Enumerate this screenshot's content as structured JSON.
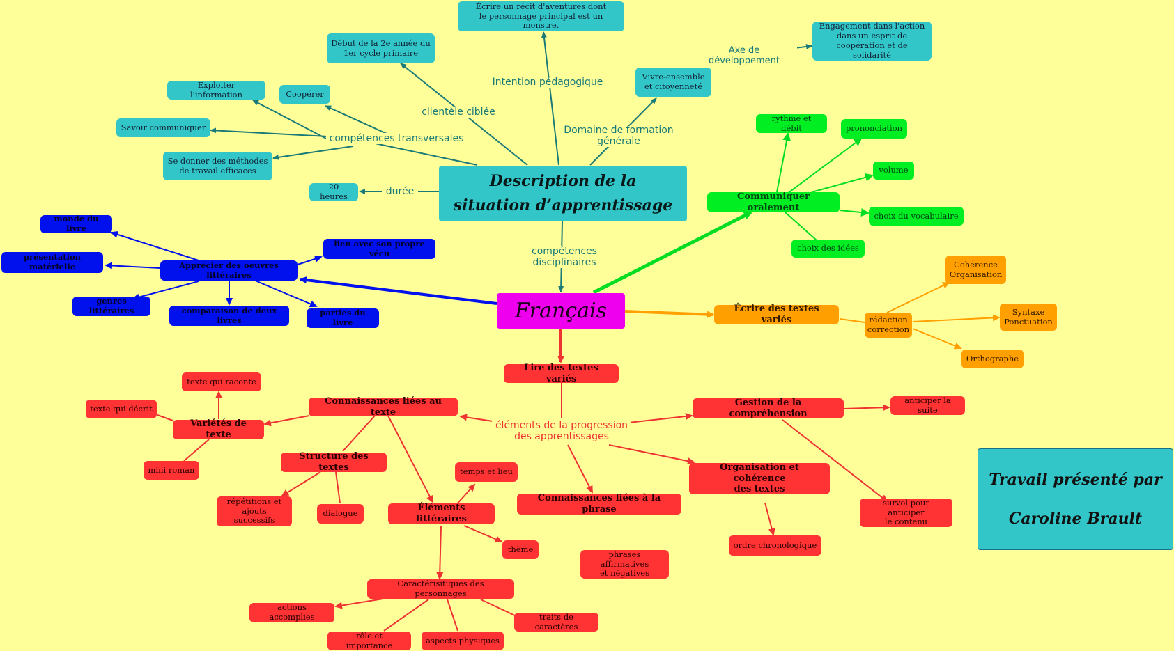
{
  "map": {
    "center": "Français",
    "description": "Description de la\nsituation d’apprentissage",
    "credit": {
      "line1": "Travail présenté par",
      "line2": "Caroline Brault"
    },
    "description_branch": {
      "competences_disciplinaires_label": "compétences\ndisciplinaires",
      "intention_label": "Intention pédagogique",
      "intention": "Écrire un récit d'aventures dont\nle personnage principal est un monstre.",
      "clientele_label": "clientèle ciblée",
      "clientele": "Début de la 2e année du\n1er cycle primaire",
      "domaine_label": "Domaine de formation\ngénérale",
      "domaine": "Vivre-ensemble\net citoyenneté",
      "axe_label": "Axe de développement",
      "axe": "Engagement dans l'action\ndans un esprit de\ncoopération et de solidarité",
      "competences_transversales_label": "compétences transversales",
      "competences_transversales": [
        "Exploiter l'information",
        "Coopérer",
        "Savoir communiquer",
        "Se donner des méthodes\nde travail efficaces"
      ],
      "duree_label": "durée",
      "duree": "20 heures"
    },
    "oral": {
      "title": "Communiquer oralement",
      "items": [
        "rythme et débit",
        "prononciation",
        "volume",
        "choix du vocabulaire",
        "choix des idées"
      ]
    },
    "ecrire": {
      "title": "Écrire des textes variés",
      "hub": "rédaction\ncorrection",
      "items": [
        "Cohérence\nOrganisation",
        "Syntaxe\nPonctuation",
        "Orthographe"
      ]
    },
    "apprecier": {
      "title": "Apprécier des oeuvres littéraires",
      "items": [
        "monde du livre",
        "présentation matérielle",
        "genres littéraires",
        "comparaison de deux livres",
        "parties du livre",
        "lien avec son propre vécu"
      ]
    },
    "lire": {
      "title": "Lire des textes variés",
      "progression_label": "éléments de la progression\ndes apprentissages",
      "connaissances_texte": "Connaissances liées au texte",
      "varietes": "Variétés de texte",
      "varietes_items": [
        "texte qui raconte",
        "texte qui décrit",
        "mini roman"
      ],
      "structure": "Structure des textes",
      "structure_items": [
        "répétitions et\najouts successifs",
        "dialogue"
      ],
      "elements": "Éléments littéraires",
      "elements_items": [
        "temps et lieu",
        "thème"
      ],
      "caracteristiques": "Caractérisitiques des personnages",
      "caracteristiques_items": [
        "actions accomplies",
        "rôle et importance",
        "aspects physiques",
        "traits de caractères"
      ],
      "connaissances_phrase": "Connaissances liées à la phrase",
      "phrase_items": [
        "phrases affirmatives\net négatives"
      ],
      "organisation": "Organisation et cohérence\ndes textes",
      "organisation_items": [
        "ordre chronologique"
      ],
      "gestion": "Gestion de la compréhension",
      "gestion_items": [
        "anticiper la suite",
        "survol pour anticiper\nle contenu"
      ]
    }
  },
  "colors": {
    "background": "#ffff99",
    "teal": "#33c6c9",
    "green": "#00ee22",
    "orange": "#ff9f00",
    "red": "#ff3333",
    "blue": "#0011ee",
    "magenta": "#ee00ee"
  }
}
